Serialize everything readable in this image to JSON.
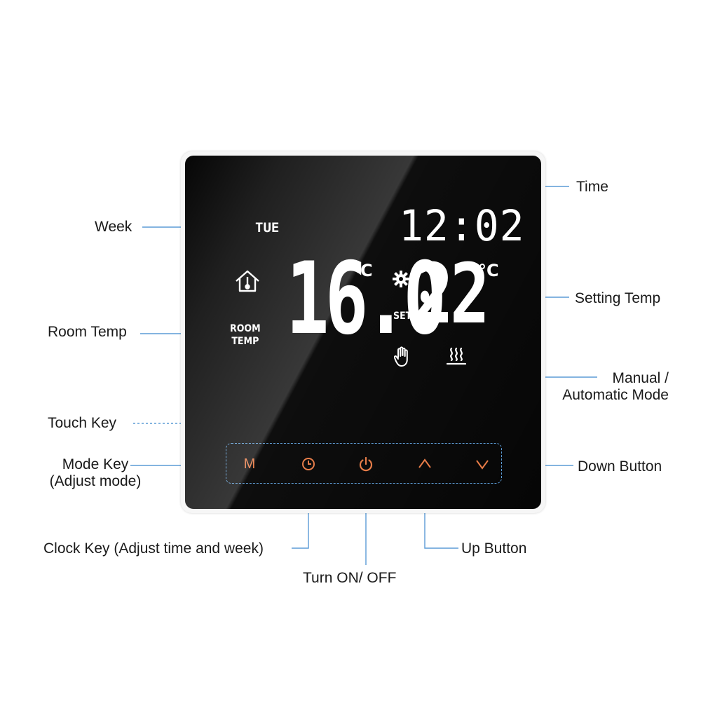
{
  "display": {
    "week": "TUE",
    "time": "12:02",
    "room_temp": "16.0",
    "set_temp": "22",
    "unit": "°C",
    "room_label_line1": "ROOM",
    "room_label_line2": "TEMP",
    "set_label": "SET",
    "icons": [
      "house-thermometer-icon",
      "gear-icon",
      "hand-icon",
      "heat-wave-icon"
    ]
  },
  "keys": {
    "mode": "M",
    "icons": [
      "clock-icon",
      "power-icon",
      "up-chevron-icon",
      "down-chevron-icon"
    ],
    "accent_color": "#e67a45"
  },
  "callouts": {
    "time": "Time",
    "week": "Week",
    "setting_temp": "Setting Temp",
    "room_temp": "Room Temp",
    "manual_line1": "Manual /",
    "manual_line2": "Automatic Mode",
    "touch_key": "Touch Key",
    "mode_key_line1": "Mode Key",
    "mode_key_line2": "(Adjust mode)",
    "down_button": "Down Button",
    "clock_key": "Clock Key (Adjust time and week)",
    "up_button": "Up Button",
    "turn_on_off": "Turn ON/ OFF"
  },
  "colors": {
    "leader_line": "#5b9bd5",
    "screen": "#060606"
  }
}
